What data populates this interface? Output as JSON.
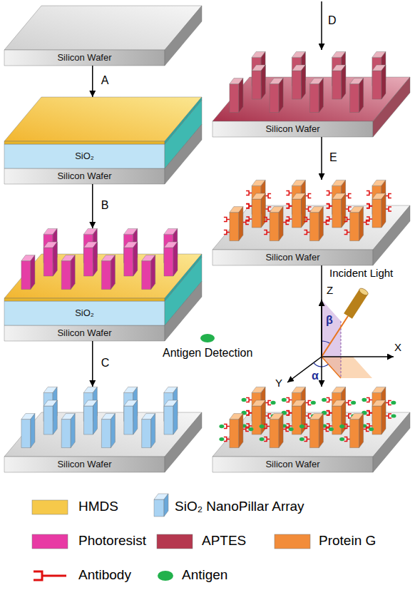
{
  "diagram": {
    "nodes": [
      {
        "text": [
          "Silicon Wafer"
        ]
      },
      {
        "text": [
          "SiO₂"
        ]
      },
      {
        "text": [
          "Silicon Wafer"
        ]
      },
      {
        "text": [
          "SiO₂"
        ]
      },
      {
        "text": [
          "Silicon Wafer"
        ]
      },
      {
        "text": [
          "Silicon Wafer"
        ]
      },
      {
        "text": [
          "Silicon Wafer"
        ]
      },
      {
        "text": [
          "Silicon Wafer"
        ]
      },
      {
        "text": [
          "Silicon Wafer"
        ]
      }
    ],
    "edges": [
      {
        "from": 0,
        "to": 1,
        "label": "A",
        "arrow": "to"
      },
      {
        "from": 2,
        "to": 3,
        "label": "B",
        "arrow": "to"
      },
      {
        "from": 4,
        "to": 5,
        "label": "C",
        "arrow": "to"
      },
      {
        "from": 6,
        "to": 7,
        "label": "E",
        "arrow": "to"
      },
      {
        "from": 7,
        "to": 8,
        "label": "Antigen Detection",
        "arrow": "to"
      }
    ],
    "labels": [
      "D",
      "Incident Light",
      "Z",
      "X",
      "Y",
      "α",
      "β"
    ],
    "legend": [
      {
        "text": "HMDS",
        "color": "#f6c94a"
      },
      {
        "text": "SiO₂ NanoPillar Array"
      },
      {
        "text": "Photoresist",
        "color": "#e83aa4"
      },
      {
        "text": "APTES",
        "color": "#b5384f"
      },
      {
        "text": "Protein G",
        "color": "#f28c3a"
      },
      {
        "text": "Antibody"
      },
      {
        "text": "Antigen",
        "color": "#22b14c"
      }
    ]
  }
}
